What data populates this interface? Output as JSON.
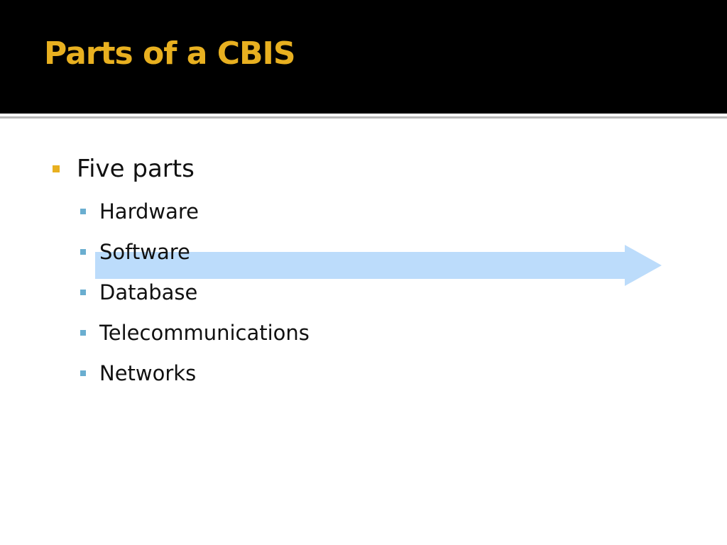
{
  "slide": {
    "title": "Parts of a CBIS",
    "bullet": "Five parts",
    "subitems": [
      "Hardware",
      "Software",
      "Database",
      "Telecommunications",
      "Networks"
    ]
  },
  "theme": {
    "title_bar": "#000000",
    "title_color": "#e8b020",
    "level1_bullet": "#e8b020",
    "level2_bullet": "#6aaed0",
    "arrow_fill": "#bcdcfb"
  },
  "icons": {
    "arrow": "right-arrow-shape"
  }
}
